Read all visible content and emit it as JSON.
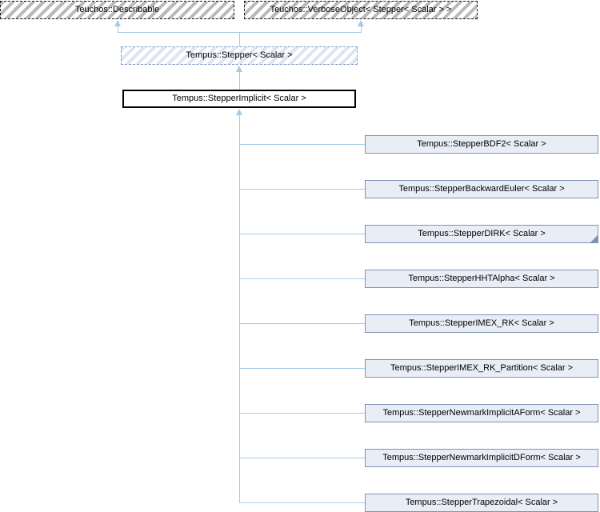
{
  "diagram": {
    "type": "class-inheritance-graph",
    "base_classes": [
      {
        "label": "Teuchos::Describable",
        "style": "external-hatched-gray"
      },
      {
        "label": "Teuchos::VerboseObject< Stepper< Scalar > >",
        "style": "external-hatched-gray"
      }
    ],
    "parent_class": {
      "label": "Tempus::Stepper< Scalar >",
      "style": "hatched-blue-dashed"
    },
    "current_class": {
      "label": "Tempus::StepperImplicit< Scalar >",
      "style": "bold-black-border"
    },
    "derived_classes": [
      {
        "label": "Tempus::StepperBDF2< Scalar >",
        "truncated": false
      },
      {
        "label": "Tempus::StepperBackwardEuler< Scalar >",
        "truncated": false
      },
      {
        "label": "Tempus::StepperDIRK< Scalar >",
        "truncated": true
      },
      {
        "label": "Tempus::StepperHHTAlpha< Scalar >",
        "truncated": false
      },
      {
        "label": "Tempus::StepperIMEX_RK< Scalar >",
        "truncated": false
      },
      {
        "label": "Tempus::StepperIMEX_RK_Partition< Scalar >",
        "truncated": false
      },
      {
        "label": "Tempus::StepperNewmarkImplicitAForm< Scalar >",
        "truncated": false
      },
      {
        "label": "Tempus::StepperNewmarkImplicitDForm< Scalar >",
        "truncated": false
      },
      {
        "label": "Tempus::StepperTrapezoidal< Scalar >",
        "truncated": false
      }
    ],
    "colors": {
      "connector": "#a2cbe6",
      "derived_node_border": "#8091b5",
      "derived_node_fill": "#e9edf6",
      "hatch_gray_stripe": "#b9b9b9",
      "hatch_blue_stripe": "#dde5f3",
      "dashed_blue_border": "#8696c8",
      "text": "#000000"
    }
  }
}
